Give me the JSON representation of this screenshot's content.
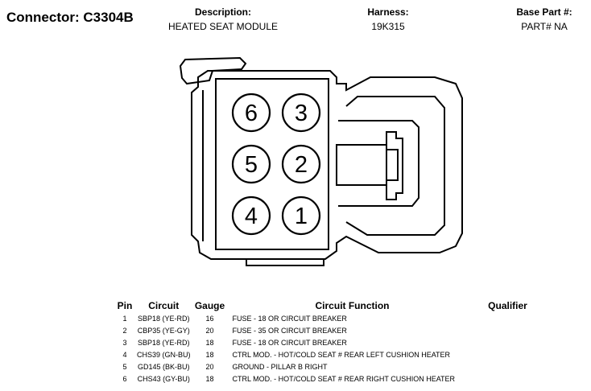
{
  "connector": {
    "label": "Connector:",
    "id": "C3304B"
  },
  "header": {
    "description_label": "Description:",
    "description_value": "HEATED SEAT MODULE",
    "harness_label": "Harness:",
    "harness_value": "19K315",
    "base_part_label": "Base Part #:",
    "base_part_value": "PART# NA"
  },
  "diagram": {
    "pins": [
      {
        "label": "6"
      },
      {
        "label": "3"
      },
      {
        "label": "5"
      },
      {
        "label": "2"
      },
      {
        "label": "4"
      },
      {
        "label": "1"
      }
    ]
  },
  "table": {
    "headers": {
      "pin": "Pin",
      "circuit": "Circuit",
      "gauge": "Gauge",
      "function": "Circuit Function",
      "qualifier": "Qualifier"
    },
    "rows": [
      {
        "pin": "1",
        "circuit": "SBP18 (YE-RD)",
        "gauge": "16",
        "function": "FUSE - 18 OR CIRCUIT BREAKER",
        "qualifier": ""
      },
      {
        "pin": "2",
        "circuit": "CBP35 (YE-GY)",
        "gauge": "20",
        "function": "FUSE - 35 OR CIRCUIT BREAKER",
        "qualifier": ""
      },
      {
        "pin": "3",
        "circuit": "SBP18 (YE-RD)",
        "gauge": "18",
        "function": "FUSE - 18 OR CIRCUIT BREAKER",
        "qualifier": ""
      },
      {
        "pin": "4",
        "circuit": "CHS39 (GN-BU)",
        "gauge": "18",
        "function": "CTRL MOD. - HOT/COLD SEAT # REAR LEFT CUSHION HEATER",
        "qualifier": ""
      },
      {
        "pin": "5",
        "circuit": "GD145 (BK-BU)",
        "gauge": "20",
        "function": "GROUND - PILLAR B RIGHT",
        "qualifier": ""
      },
      {
        "pin": "6",
        "circuit": "CHS43 (GY-BU)",
        "gauge": "18",
        "function": "CTRL MOD. - HOT/COLD SEAT # REAR RIGHT CUSHION HEATER",
        "qualifier": ""
      }
    ]
  }
}
